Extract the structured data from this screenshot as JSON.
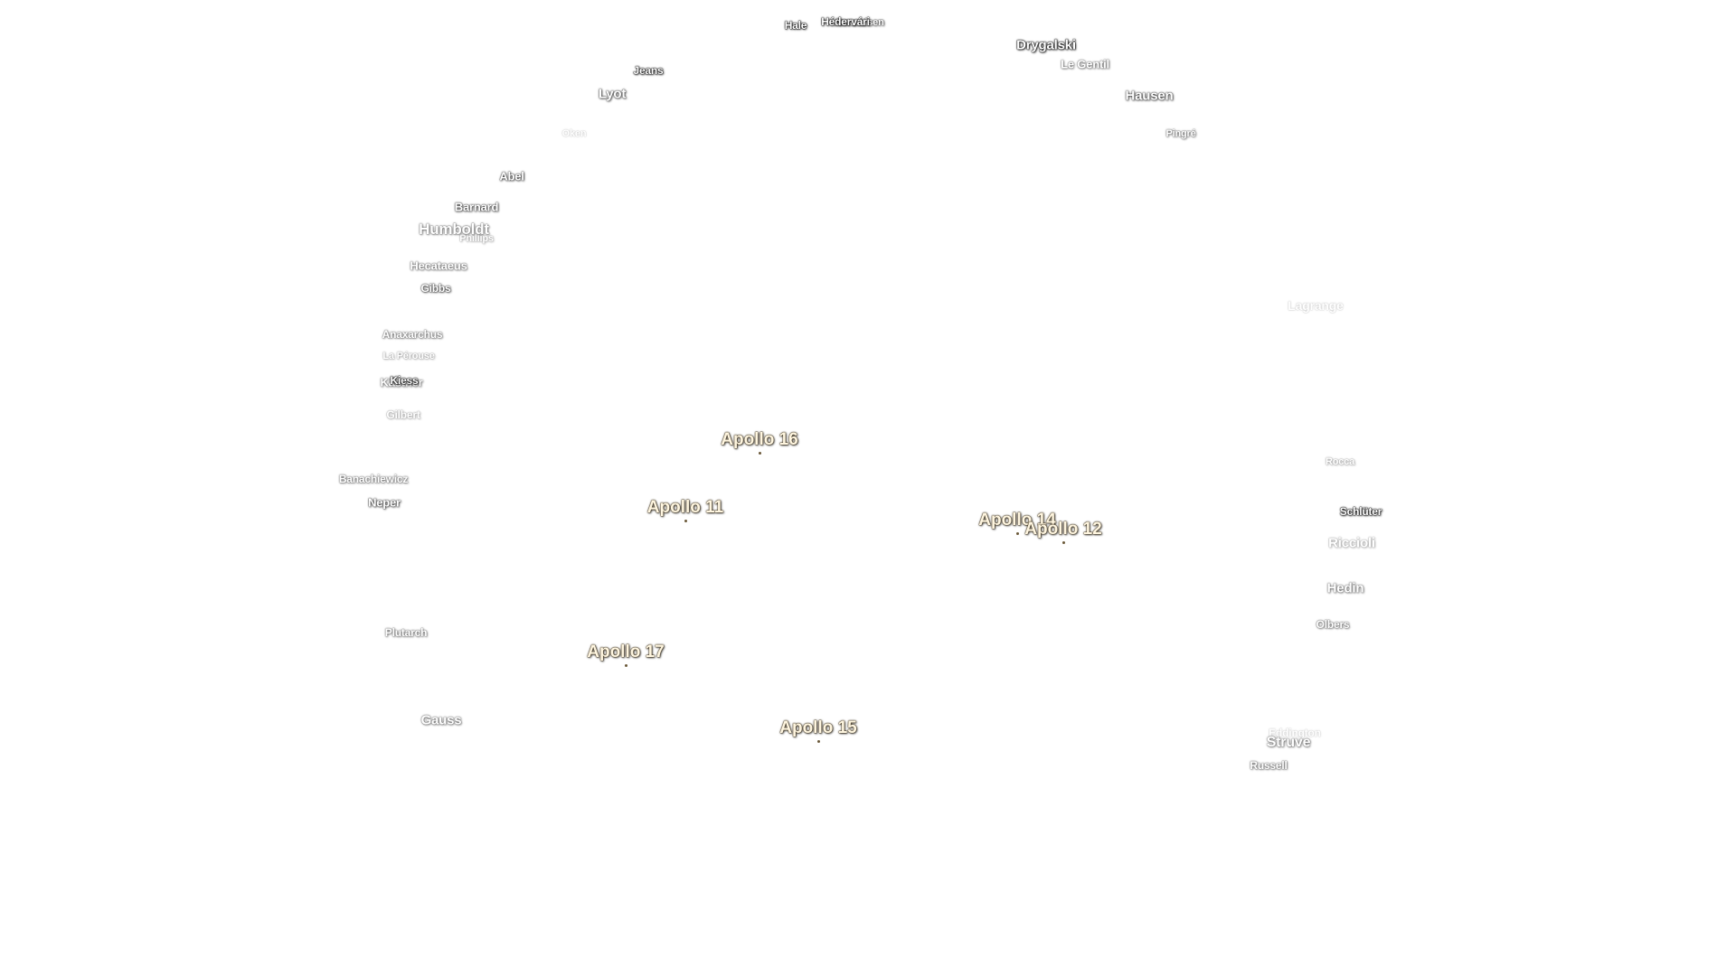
{
  "craters": [
    {
      "name": "Hale"
    },
    {
      "name": "Hédervári"
    },
    {
      "name": "Amundsen"
    },
    {
      "name": "Drygalski"
    },
    {
      "name": "Le Gentil"
    },
    {
      "name": "Jeans"
    },
    {
      "name": "Lyot"
    },
    {
      "name": "Hausen"
    },
    {
      "name": "Oken"
    },
    {
      "name": "Pingré"
    },
    {
      "name": "Abel"
    },
    {
      "name": "Barnard"
    },
    {
      "name": "Humboldt"
    },
    {
      "name": "Phillips"
    },
    {
      "name": "Hecataeus"
    },
    {
      "name": "Gibbs"
    },
    {
      "name": "Lagrange"
    },
    {
      "name": "Anaxarchus"
    },
    {
      "name": "La Pérouse"
    },
    {
      "name": "Kästner"
    },
    {
      "name": "Kiess"
    },
    {
      "name": "Gilbert"
    },
    {
      "name": "Banachiewicz"
    },
    {
      "name": "Neper"
    },
    {
      "name": "Rocca"
    },
    {
      "name": "Schlüter"
    },
    {
      "name": "Riccioli"
    },
    {
      "name": "Hedin"
    },
    {
      "name": "Olbers"
    },
    {
      "name": "Plutarch"
    },
    {
      "name": "Gauss"
    },
    {
      "name": "Eddington"
    },
    {
      "name": "Struve"
    },
    {
      "name": "Russell"
    }
  ],
  "apollo_sites": [
    {
      "name": "Apollo 16"
    },
    {
      "name": "Apollo 11"
    },
    {
      "name": "Apollo 14"
    },
    {
      "name": "Apollo 12"
    },
    {
      "name": "Apollo 17"
    },
    {
      "name": "Apollo 15"
    }
  ]
}
